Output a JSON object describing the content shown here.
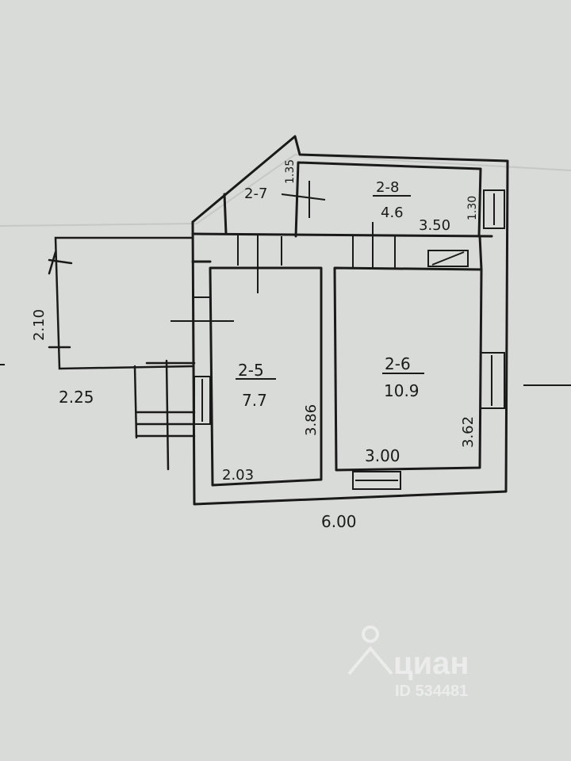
{
  "rooms": [
    {
      "id": "2-5",
      "area": "7.7"
    },
    {
      "id": "2-6",
      "area": "10.9"
    },
    {
      "id": "2-7",
      "area": ""
    },
    {
      "id": "2-8",
      "area": "4.6"
    }
  ],
  "dimensions": {
    "total_width": "6.00",
    "room5_width": "2.03",
    "room5_height": "3.86",
    "room6_width": "3.00",
    "room6_height": "3.62",
    "room8_width": "3.50",
    "room8_height": "1.30",
    "room7_height": "1.35",
    "balcony_width": "2.25",
    "balcony_height": "2.10"
  },
  "watermark": {
    "brand": "циан",
    "id": "ID 534481"
  },
  "colors": {
    "paper": "#d9dbd8",
    "ink": "#1a1a1a",
    "watermark": "#eeeeee"
  }
}
